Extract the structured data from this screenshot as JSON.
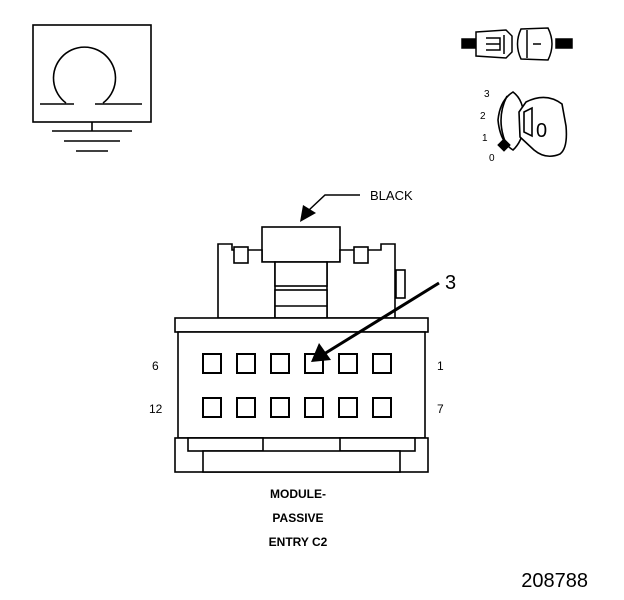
{
  "connector": {
    "color_label": "BLACK",
    "callout_number": "3",
    "pin_labels": {
      "top_left": "6",
      "top_right": "1",
      "bottom_left": "12",
      "bottom_right": "7"
    },
    "name_lines": [
      "MODULE-",
      "PASSIVE",
      "ENTRY C2"
    ]
  },
  "key_icon": {
    "positions": [
      "3",
      "2",
      "1",
      "0"
    ],
    "key_label": "0"
  },
  "figure_number": "208788",
  "colors": {
    "ink": "#000000",
    "paper": "#ffffff"
  }
}
